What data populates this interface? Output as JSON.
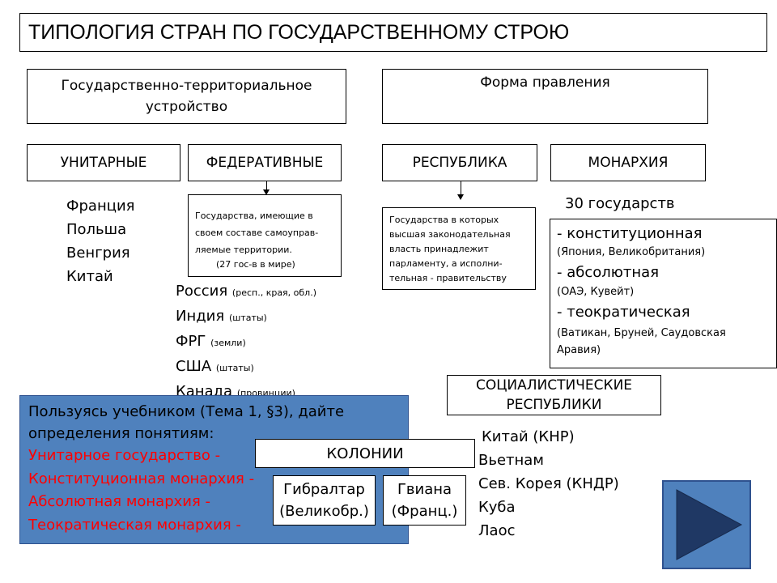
{
  "title": "ТИПОЛОГИЯ СТРАН ПО ГОСУДАРСТВЕННОМУ СТРОЮ",
  "territorial": {
    "heading": "Государственно-территориальное устройство",
    "unitary": {
      "label": "УНИТАРНЫЕ",
      "countries": [
        "Франция",
        "Польша",
        "Венгрия",
        "Китай"
      ]
    },
    "federal": {
      "label": "ФЕДЕРАТИВНЫЕ",
      "definition": "Государства, имеющие в своем составе самоуправ-ляемые территории.",
      "definition_note": "(27 гос-в в мире)",
      "countries": [
        {
          "name": "Россия",
          "note": "(респ., края, обл.)"
        },
        {
          "name": "Индия",
          "note": "(штаты)"
        },
        {
          "name": "ФРГ",
          "note": "(земли)"
        },
        {
          "name": "США",
          "note": "(штаты)"
        },
        {
          "name": "Канада",
          "note": "(провинции)"
        }
      ]
    }
  },
  "government_form": {
    "heading": "Форма правления",
    "republic": {
      "label": "РЕСПУБЛИКА",
      "definition": "Государства в которых высшая законодательная власть принадлежит парламенту, а исполни-тельная - правительству"
    },
    "monarchy": {
      "label": "МОНАРХИЯ",
      "count": "30 государств",
      "types": [
        {
          "name": "- конституционная",
          "examples": "(Япония, Великобритания)"
        },
        {
          "name": "- абсолютная",
          "examples": "(ОАЭ, Кувейт)"
        },
        {
          "name": "- теократическая",
          "examples": "(Ватикан, Бруней, Саудовская Аравия)"
        }
      ]
    }
  },
  "socialist": {
    "label": "СОЦИАЛИСТИЧЕСКИЕ РЕСПУБЛИКИ",
    "countries": [
      "Китай (КНР)",
      "Вьетнам",
      "Сев. Корея (КНДР)",
      "Куба",
      "Лаос"
    ]
  },
  "task": {
    "intro": "Пользуясь учебником (Тема 1, §3), дайте определения понятиям:",
    "terms": [
      "Унитарное государство -",
      "Конституционная монархия -",
      "Абсолютная монархия -",
      "Теократическая монархия -"
    ]
  },
  "colonies": {
    "label": "КОЛОНИИ",
    "items": [
      {
        "name": "Гибралтар",
        "owner": "(Великобр.)"
      },
      {
        "name": "Гвиана",
        "owner": "(Франц.)"
      }
    ]
  },
  "nav": {
    "next_icon": "play-arrow-icon"
  },
  "colors": {
    "task_bg": "#4f81bd",
    "term_red": "#ff0000",
    "nav_bg": "#4f81bd",
    "nav_arrow": "#1f3864"
  }
}
